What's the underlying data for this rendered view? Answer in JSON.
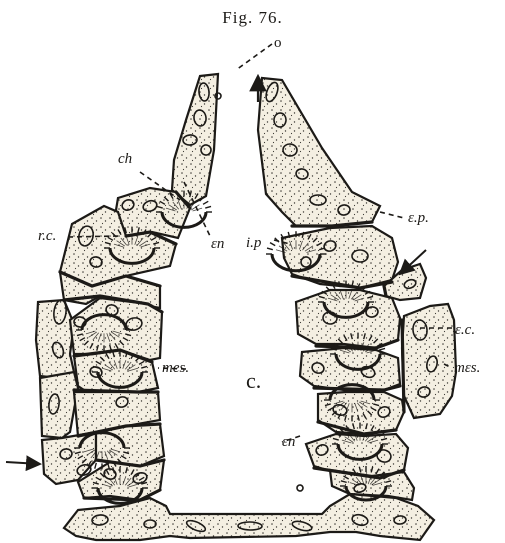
{
  "figure": {
    "title": "Fig. 76.",
    "labels": {
      "o": "o",
      "ch": "ch",
      "en_top": "εn",
      "rc": "r.c.",
      "ep": "ε.p.",
      "ip": "i.p",
      "ec": "ε.c.",
      "mes_left": "mes.",
      "mes_right": "mεs.",
      "c": "c.",
      "en_right": "εn"
    }
  },
  "colors": {
    "ink": "#1c1a17",
    "plate_fill": "#f4efe2",
    "background": "#ffffff"
  }
}
